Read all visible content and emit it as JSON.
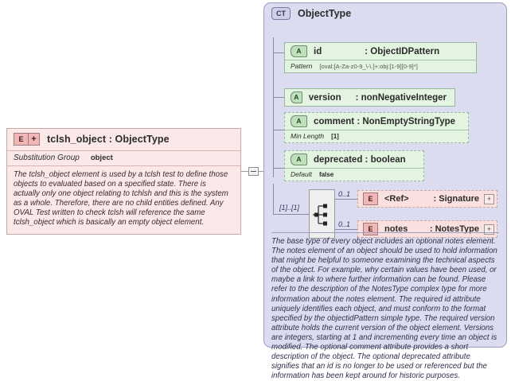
{
  "left_element": {
    "badge": "E",
    "expander": "+",
    "title": "tclsh_object : ObjectType",
    "substitution_label": "Substitution Group",
    "substitution_value": "object",
    "documentation": "The tclsh_object element is used by a tclsh test to define those objects to evaluated based on a specified state. There is actually only one object relating to tchlsh and this is the system as a whole. Therefore, there are no child entities defined. Any OVAL Test written to check tclsh will reference the same tclsh_object which is basically an empty object element."
  },
  "complex_type": {
    "badge": "CT",
    "title": "ObjectType",
    "attributes": [
      {
        "badge": "A",
        "name": "id",
        "type": ": ObjectIDPattern",
        "facet_label": "Pattern",
        "facet_value": "[oval:[A-Za-z0-9_\\-\\.]+:obj:[1-9][0-9]*]",
        "required": true
      },
      {
        "badge": "A",
        "name": "version",
        "type": ": nonNegativeInteger",
        "required": true
      },
      {
        "badge": "A",
        "name": "comment : NonEmptyStringType",
        "facet_label": "Min Length",
        "facet_value": "[1]",
        "required": false
      },
      {
        "badge": "A",
        "name": "deprecated : boolean",
        "facet_label": "Default",
        "facet_value": "false",
        "required": false
      }
    ],
    "compositor": {
      "kind": "sequence",
      "cardinality": "[1]..[1]"
    },
    "elements": [
      {
        "badge": "E",
        "name": "<Ref>",
        "type": ": Signature",
        "occurs": "0..1",
        "expander": "+"
      },
      {
        "badge": "E",
        "name": "notes",
        "type": ": NotesType",
        "occurs": "0..1",
        "expander": "+"
      }
    ],
    "documentation": "The base type of every object includes an optional notes element. The notes element of an object should be used to hold information that might be helpful to someone examining the technical aspects of the object. For example, why certain values have been used, or maybe a link to where further information can be found. Please refer to the description of the NotesType complex type for more information about the notes element. The required id attribute uniquely identifies each object, and must conform to the format specified by the objectidPattern simple type. The required version attribute holds the current version of the object element. Versions are integers, starting at 1 and incrementing every time an object is modified. The optional comment attribute provides a short description of the object. The optional deprecated attribute signifies that an id is no longer to be used or referenced but the information has been kept around for historic purposes."
  },
  "colors": {
    "element_pink": "#fbe9e9",
    "attribute_green": "#e3f5e0",
    "complextype_lavender": "#dcdcf0"
  }
}
